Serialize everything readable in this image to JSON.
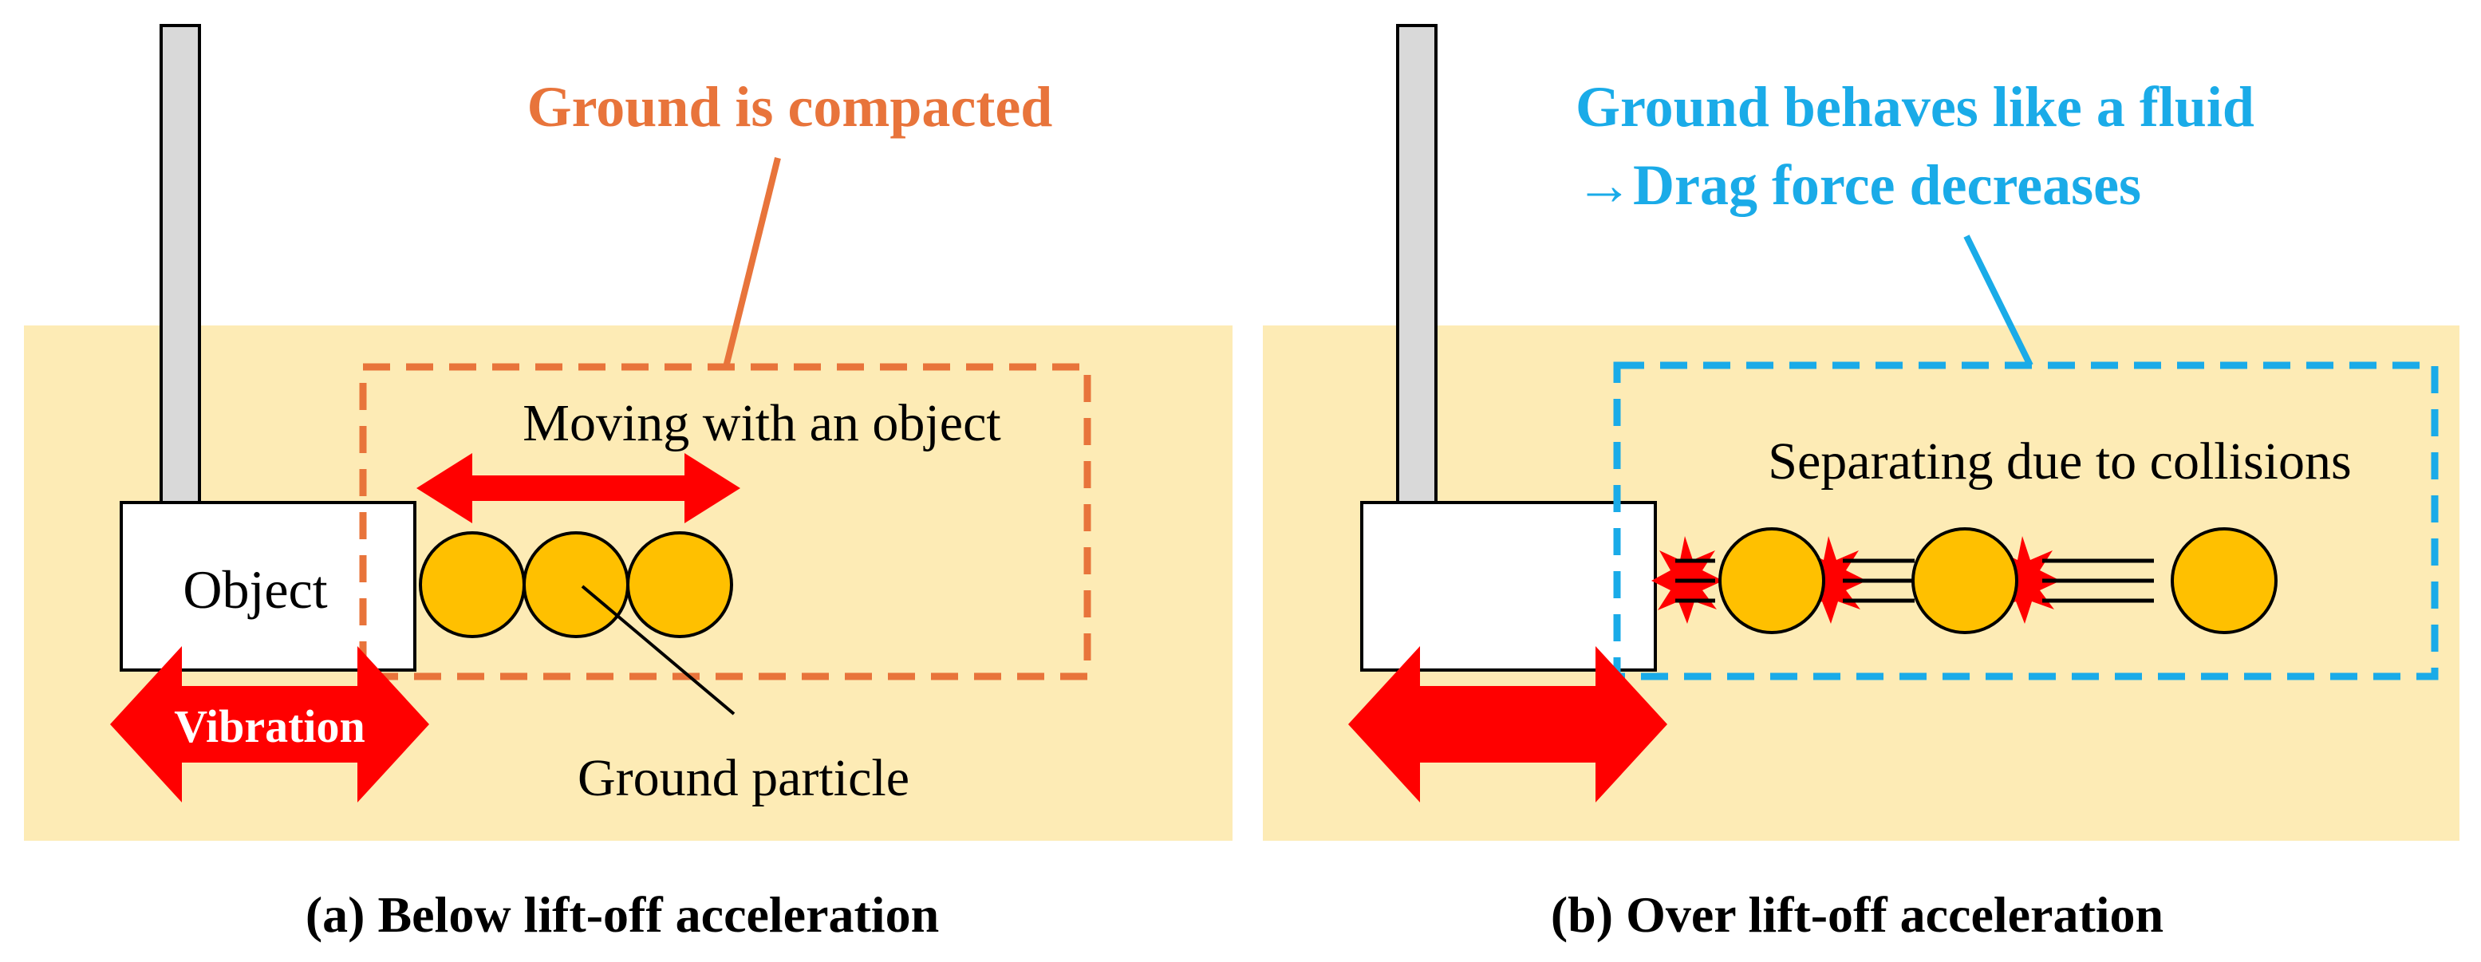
{
  "colors": {
    "ground_fill": "#FDEBB5",
    "compacted_orange": "#E8743B",
    "fluid_blue": "#1AABE8",
    "arrow_red": "#FF0000",
    "particle_fill": "#FFC000",
    "rod_fill": "#D9D9D9",
    "object_fill": "#FFFFFF",
    "stroke": "#000000"
  },
  "panel_a": {
    "title": "Ground is compacted",
    "moving_label": "Moving with an object",
    "object_label": "Object",
    "vibration_label": "Vibration",
    "particle_label": "Ground particle",
    "caption": "(a) Below lift-off acceleration"
  },
  "panel_b": {
    "title_line1": "Ground behaves like a fluid",
    "title_line2": "→Drag force decreases",
    "separating_label": "Separating due to collisions",
    "caption": "(b) Over lift-off acceleration"
  }
}
